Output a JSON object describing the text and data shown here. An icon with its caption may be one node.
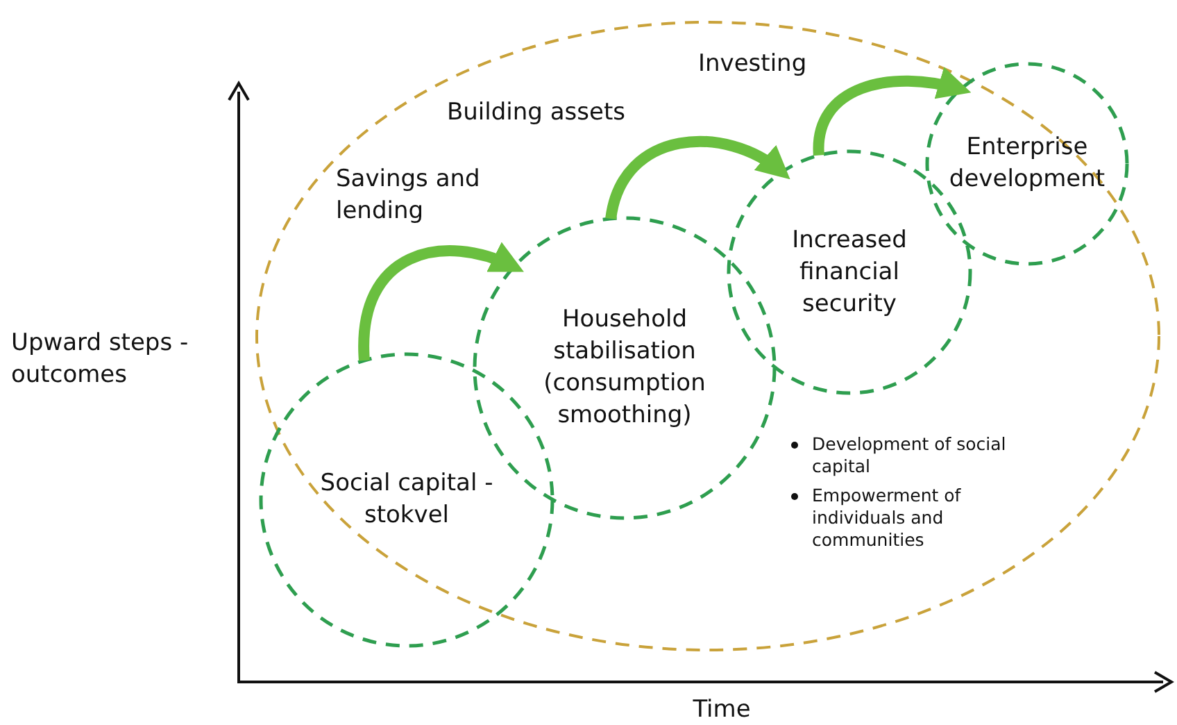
{
  "diagram": {
    "nodes": [
      {
        "text": [
          "Social capital - stokvel"
        ]
      },
      {
        "text": [
          "Household stabilisation (consumption smoothing)"
        ]
      },
      {
        "text": [
          "Increased financial security"
        ]
      },
      {
        "text": [
          "Enterprise development"
        ]
      }
    ],
    "edges": [
      {
        "from": 0,
        "to": 1,
        "arrow": "to",
        "label": "Savings and lending"
      },
      {
        "from": 1,
        "to": 2,
        "arrow": "to",
        "label": "Building assets"
      },
      {
        "from": 2,
        "to": 3,
        "arrow": "to",
        "label": "Investing"
      }
    ],
    "labels": [
      "Development of social capital",
      "Empowerment of individuals and communities",
      "Upward steps - outcomes",
      "Time"
    ]
  }
}
